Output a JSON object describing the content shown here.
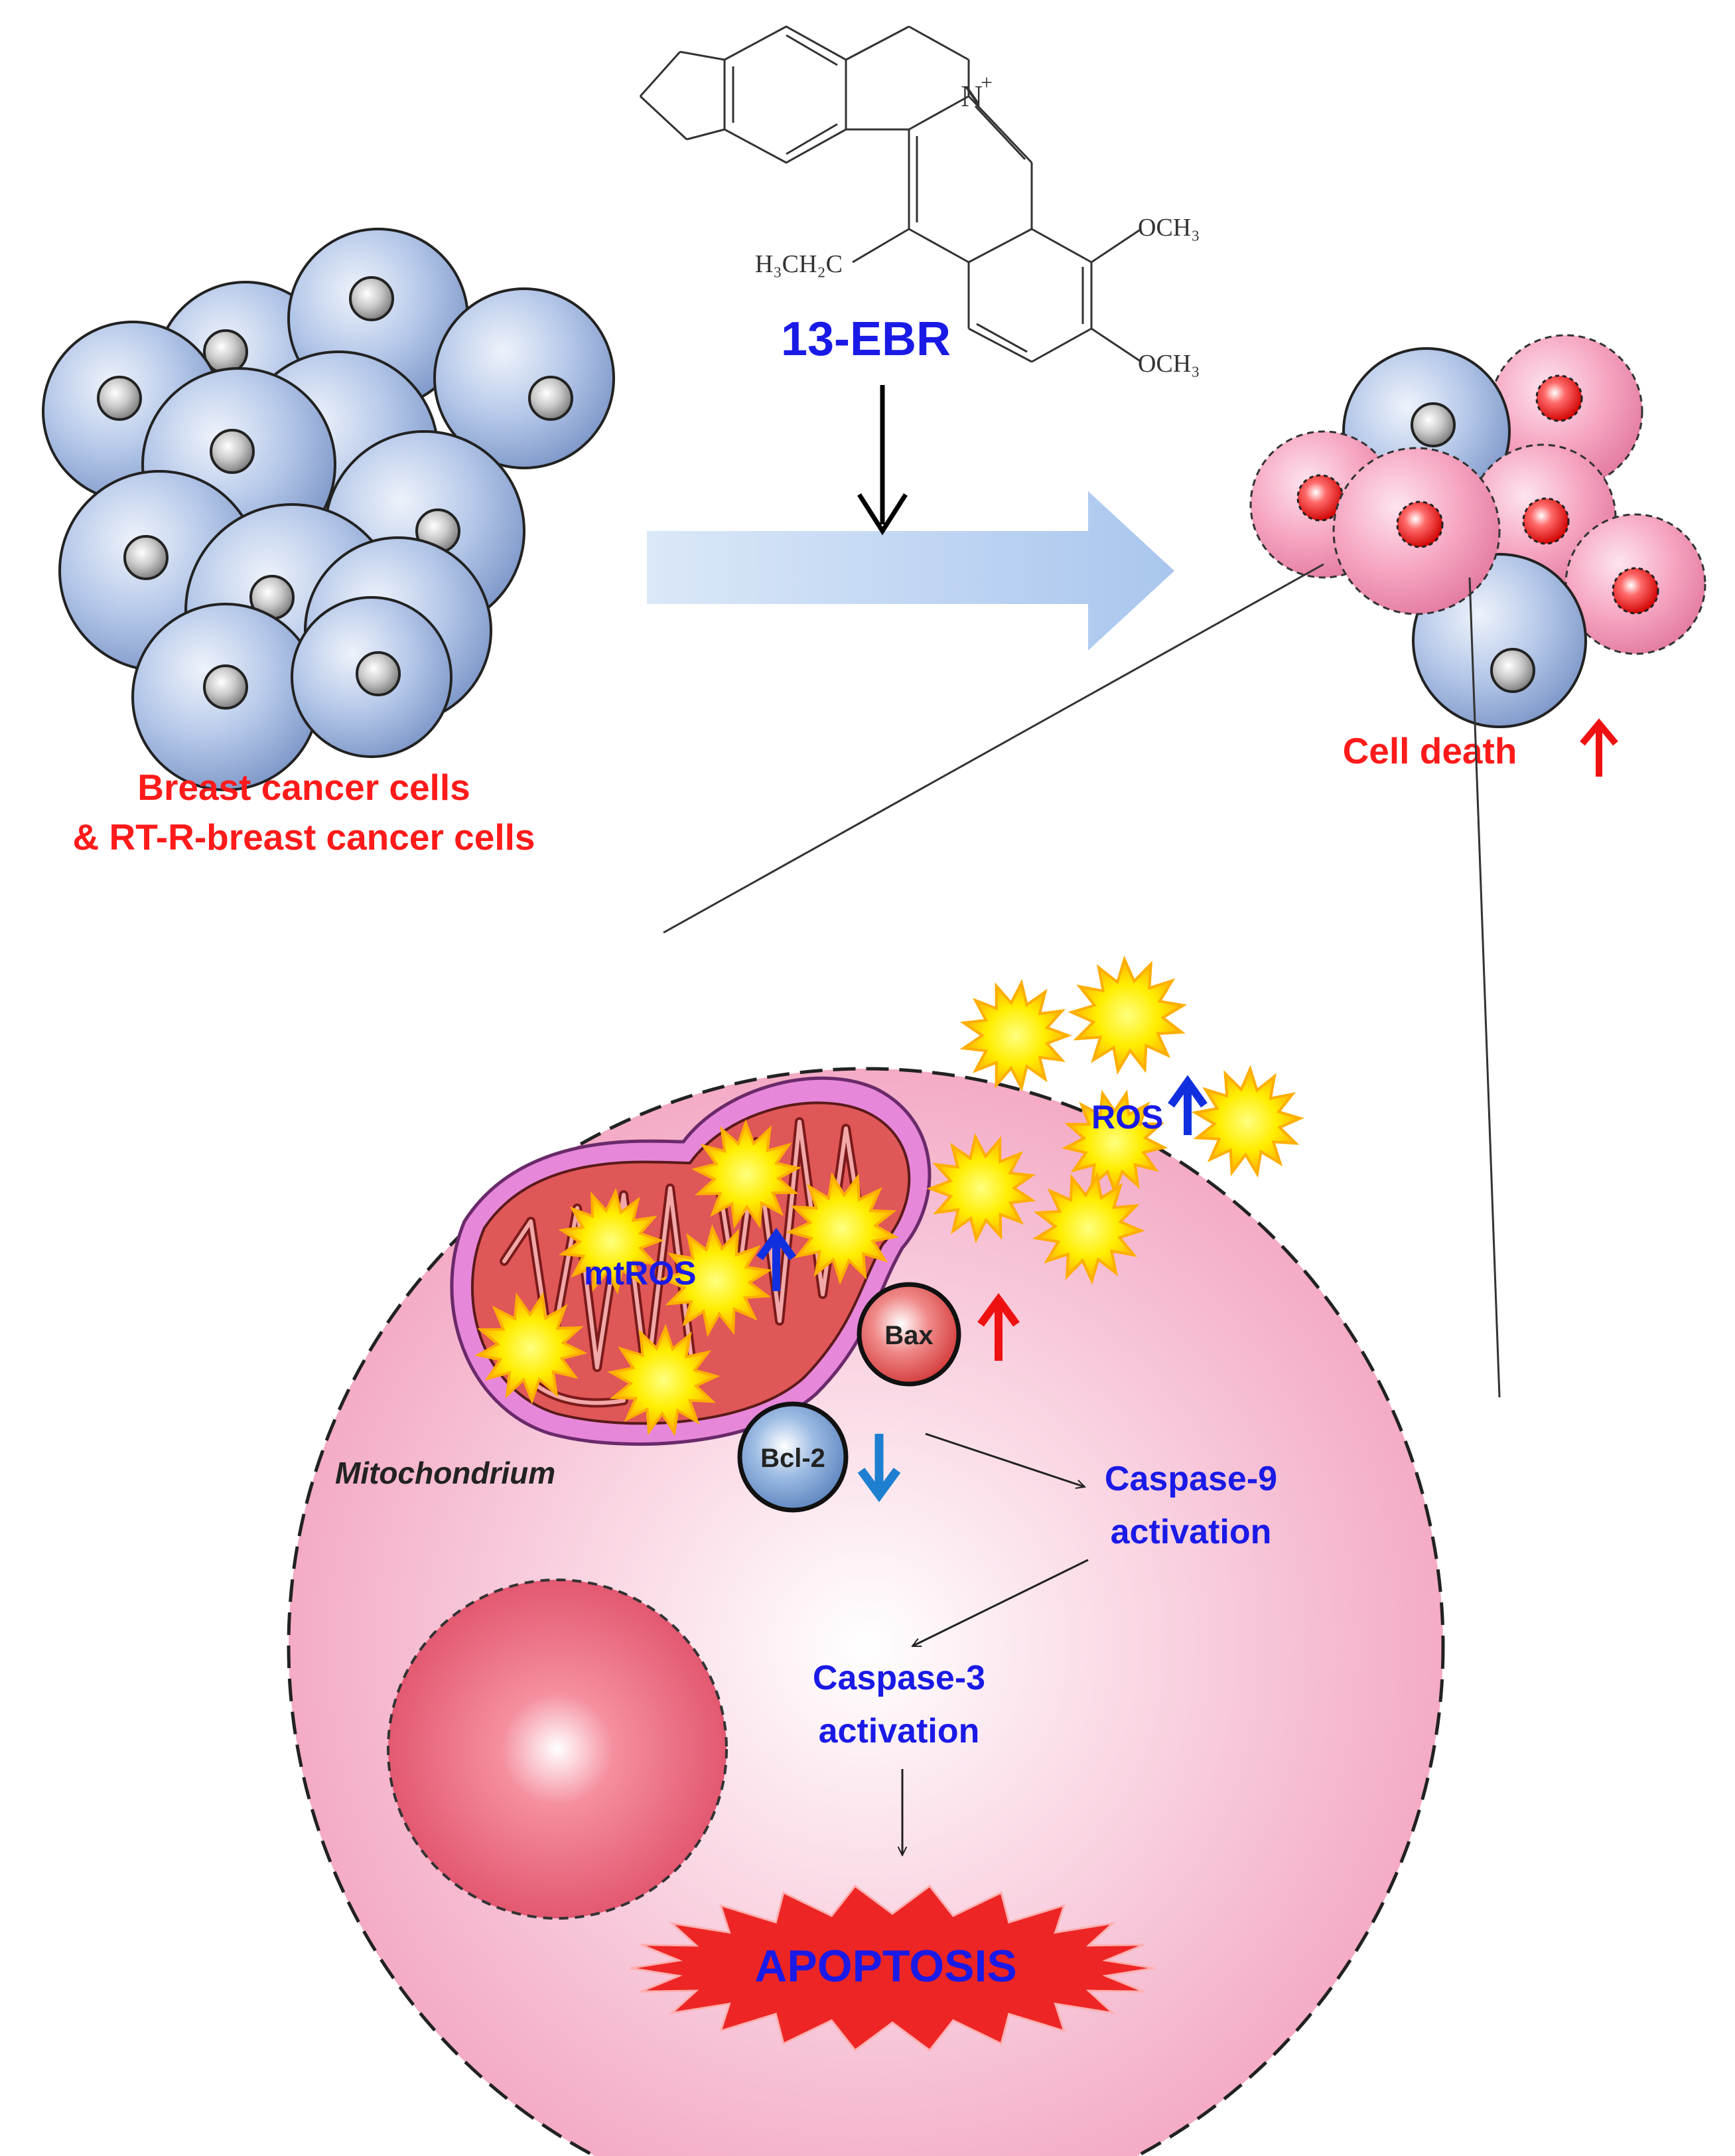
{
  "drug": {
    "name": "13-EBR",
    "substituents": {
      "ethyl": "H₃CH₂C",
      "methoxy_top": "OCH₃",
      "methoxy_bottom": "OCH₃",
      "nitrogen": "N",
      "charge": "+"
    }
  },
  "left_cluster": {
    "label_line1": "Breast cancer cells",
    "label_line2": "& RT-R-breast cancer cells"
  },
  "right_cluster": {
    "label": "Cell death"
  },
  "zoom": {
    "ros_label": "ROS",
    "mtros_label": "mtROS",
    "bax_label": "Bax",
    "bcl2_label": "Bcl-2",
    "mito_label": "Mitochondrium",
    "casp9_line1": "Caspase-9",
    "casp9_line2": "activation",
    "casp3_line1": "Caspase-3",
    "casp3_line2": "activation",
    "apoptosis_label": "APOPTOSIS"
  },
  "colors": {
    "red_text": "#ff1a1a",
    "blue_text": "#1a1ae6",
    "healthy_cell": "#aec3e6",
    "dying_cell": "#f59ab8",
    "up_arrow_red": "#ee1111",
    "up_arrow_blue": "#1030e0",
    "down_arrow_blue": "#1e7fd0",
    "ros_burst": "#ffee00"
  }
}
